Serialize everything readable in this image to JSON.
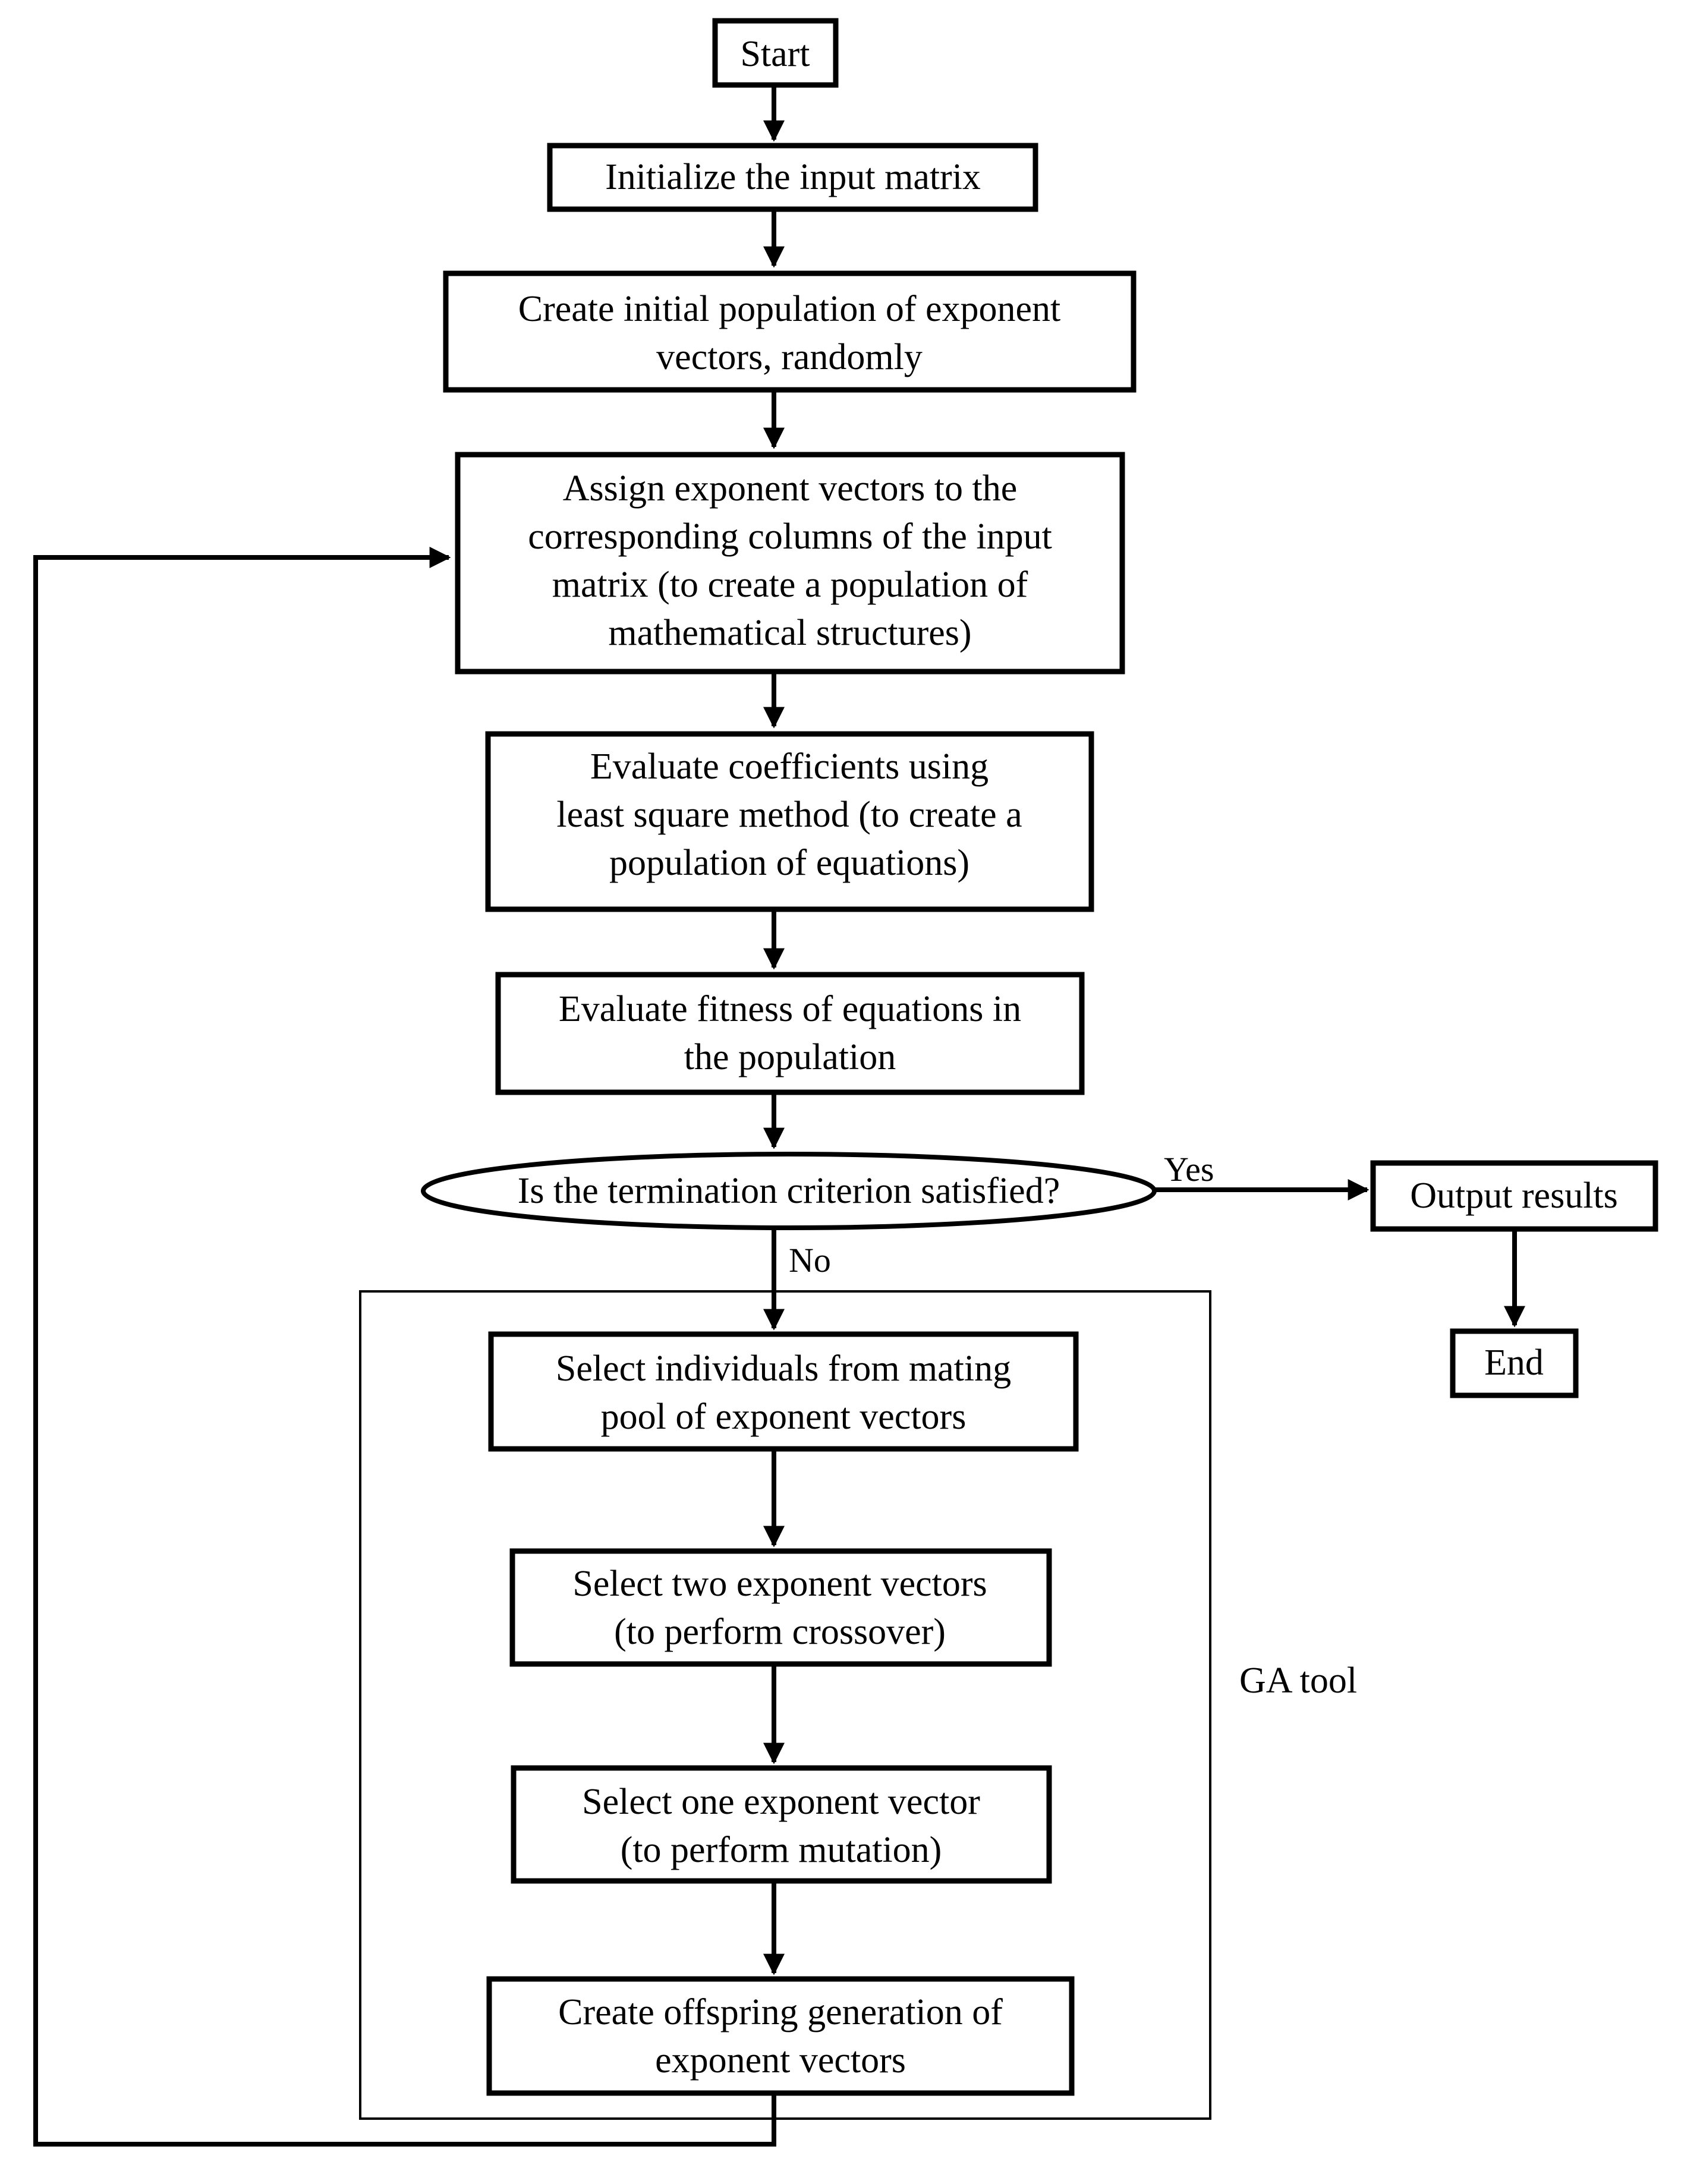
{
  "nodes": {
    "start": "Start",
    "init_matrix": "Initialize the input matrix",
    "create_population": [
      "Create initial population of exponent",
      "vectors, randomly"
    ],
    "assign_vectors": [
      "Assign exponent vectors to the",
      "corresponding columns of the input",
      "matrix (to create a population of",
      "mathematical structures)"
    ],
    "evaluate_coefficients": [
      "Evaluate coefficients using",
      "least square method (to create a",
      "population of equations)"
    ],
    "evaluate_fitness": [
      "Evaluate fitness of equations in",
      "the population"
    ],
    "termination_check": "Is the termination criterion satisfied?",
    "output_results": "Output results",
    "end": "End",
    "select_individuals": [
      "Select individuals from mating",
      "pool of exponent vectors"
    ],
    "select_two": [
      "Select two exponent vectors",
      "(to perform crossover)"
    ],
    "select_one": [
      "Select one exponent vector",
      "(to perform mutation)"
    ],
    "create_offspring": [
      "Create offspring generation of",
      "exponent vectors"
    ]
  },
  "labels": {
    "yes": "Yes",
    "no": "No",
    "ga_tool": "GA tool"
  }
}
